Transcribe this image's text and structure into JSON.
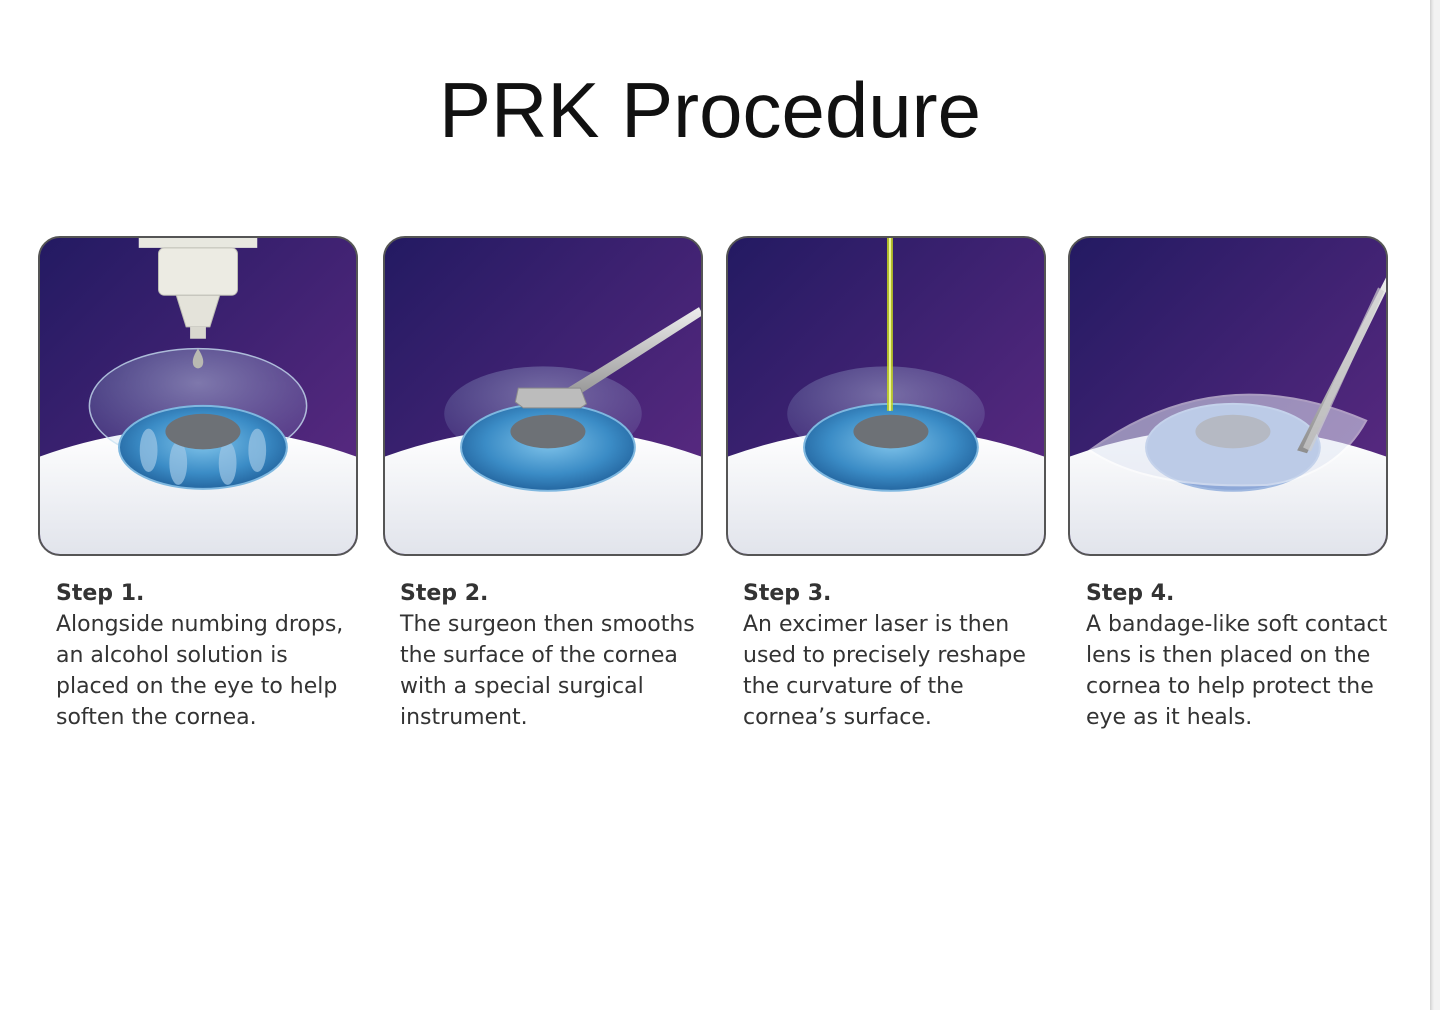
{
  "title": "PRK Procedure",
  "steps": [
    {
      "label": "Step 1.",
      "text": "Alongside numbing drops, an alcohol solution is placed on the eye to help soften the cornea.",
      "illustration": "eye-drop-dispenser"
    },
    {
      "label": "Step 2.",
      "text": "The surgeon then smooths the surface of the cornea with a special surgical instrument.",
      "illustration": "surgical-spatula"
    },
    {
      "label": "Step 3.",
      "text": "An excimer laser is then used to precisely reshape the curvature of the cornea’s surface.",
      "illustration": "excimer-laser-beam"
    },
    {
      "label": "Step 4.",
      "text": "A bandage-like soft contact lens is then placed on the cornea to help protect the eye as it heals.",
      "illustration": "contact-lens-tweezers"
    }
  ],
  "colors": {
    "background_top": "#2b1d6b",
    "background_bottom": "#5a2a80",
    "sclera": "#f4f5f8",
    "iris": "#3f8fc8",
    "pupil": "#707478",
    "laser": "#c8d820"
  }
}
